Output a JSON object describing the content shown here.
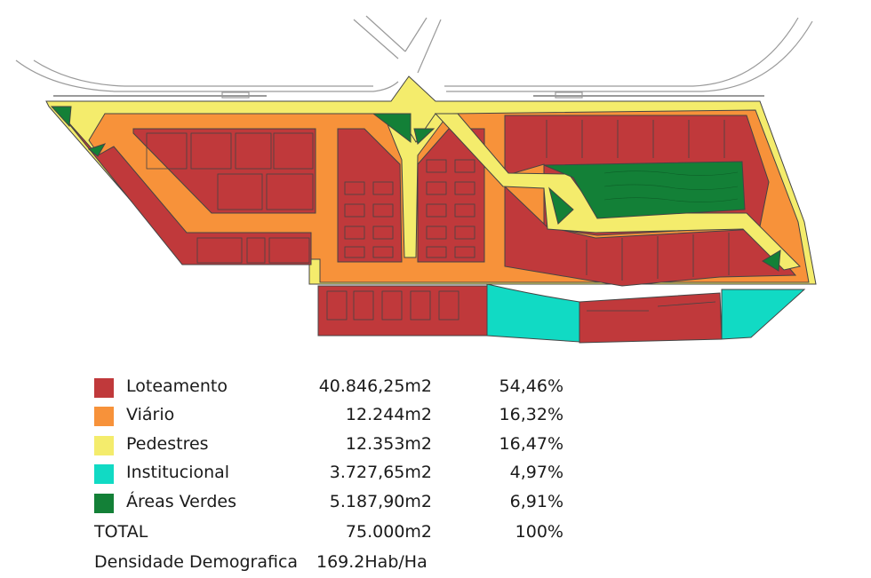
{
  "colors": {
    "loteamento": "#c0393b",
    "viario": "#f7923a",
    "pedestres": "#f4ec6c",
    "institucional": "#11dac4",
    "areas_verdes": "#138037",
    "road_outline": "#9a9a9a"
  },
  "legend": [
    {
      "key": "loteamento",
      "label": "Loteamento",
      "area": "40.846,25m2",
      "percent": "54,46%"
    },
    {
      "key": "viario",
      "label": "Viário",
      "area": "12.244m2",
      "percent": "16,32%"
    },
    {
      "key": "pedestres",
      "label": "Pedestres",
      "area": "12.353m2",
      "percent": "16,47%"
    },
    {
      "key": "institucional",
      "label": "Institucional",
      "area": "3.727,65m2",
      "percent": "4,97%"
    },
    {
      "key": "areas_verdes",
      "label": "Áreas Verdes",
      "area": "5.187,90m2",
      "percent": "6,91%"
    }
  ],
  "total": {
    "label": "TOTAL",
    "area": "75.000m2",
    "percent": "100%"
  },
  "density": {
    "label": "Densidade Demografica",
    "value": "169.2Hab/Ha"
  }
}
